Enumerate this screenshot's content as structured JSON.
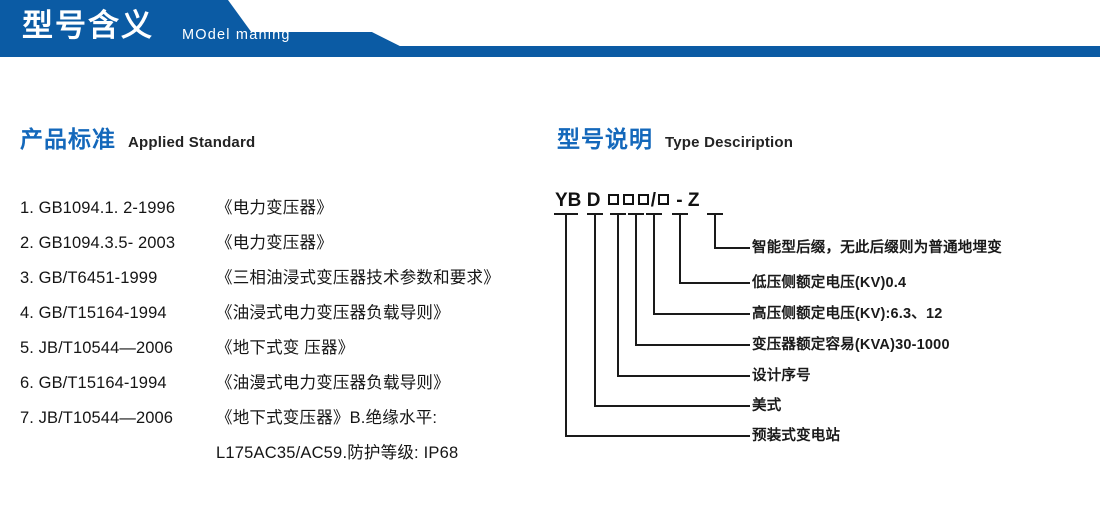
{
  "banner": {
    "title": "型号含义",
    "subtitle": "MOdel maning",
    "color": "#0b5ba4"
  },
  "left_section": {
    "heading_cn": "产品标准",
    "heading_en": "Applied Standard",
    "standards": [
      {
        "code": "1. GB1094.1. 2-1996",
        "name": "《电力变压器》"
      },
      {
        "code": "2. GB1094.3.5- 2003",
        "name": "《电力变压器》"
      },
      {
        "code": "3. GB/T6451-1999",
        "name": "《三相油浸式变压器技术参数和要求》"
      },
      {
        "code": "4. GB/T15164-1994",
        "name": "《油浸式电力变压器负载导则》"
      },
      {
        "code": "5. JB/T10544—2006",
        "name": "《地下式变 压器》"
      },
      {
        "code": "6. GB/T15164-1994",
        "name": "《油漫式电力变压器负载导则》"
      },
      {
        "code": "7. JB/T10544—2006",
        "name": "《地下式变压器》B.绝缘水平:"
      },
      {
        "code": "",
        "name": "L175AC35/AC59.防护等级: IP68"
      }
    ]
  },
  "right_section": {
    "heading_cn": "型号说明",
    "heading_en": "Type Desciription",
    "code_segments": [
      {
        "type": "text",
        "value": "YB"
      },
      {
        "type": "space",
        "value": " "
      },
      {
        "type": "text",
        "value": "D"
      },
      {
        "type": "space",
        "value": " "
      },
      {
        "type": "box",
        "value": "□"
      },
      {
        "type": "box",
        "value": "□"
      },
      {
        "type": "box",
        "value": "□"
      },
      {
        "type": "text",
        "value": "/"
      },
      {
        "type": "box",
        "value": "□"
      },
      {
        "type": "space",
        "value": " "
      },
      {
        "type": "text",
        "value": "-"
      },
      {
        "type": "space",
        "value": " "
      },
      {
        "type": "text",
        "value": "Z"
      }
    ],
    "code_display": "YB D □□□/□ - Z",
    "legend": [
      {
        "label": "智能型后缀，无此后缀则为普通地埋变"
      },
      {
        "label": "低压侧额定电压(KV)0.4"
      },
      {
        "label": "高压侧额定电压(KV):6.3、12"
      },
      {
        "label": "变压器额定容易(KVA)30-1000"
      },
      {
        "label": "设计序号"
      },
      {
        "label": "美式"
      },
      {
        "label": "预装式变电站"
      }
    ]
  }
}
